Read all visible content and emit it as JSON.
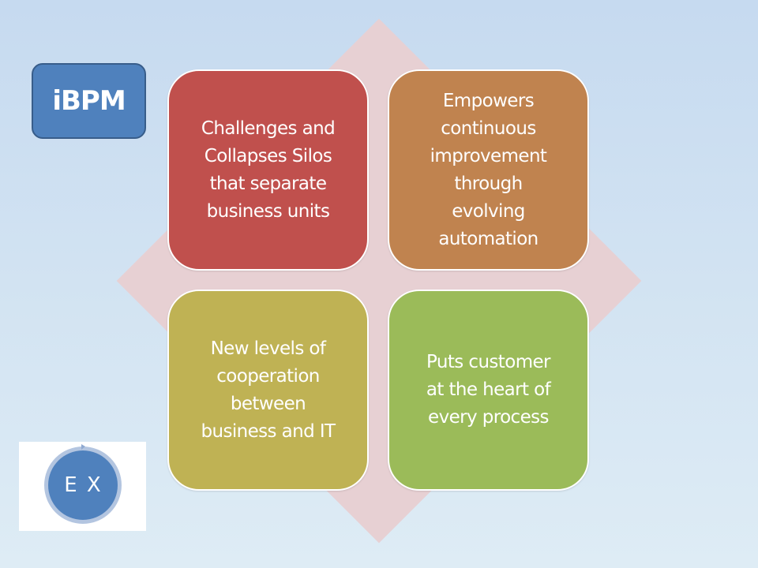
{
  "slide": {
    "badge": {
      "label": "iBPM",
      "color": "#4f81bd"
    },
    "logo": {
      "text": "E X",
      "icon": "circular-arrow-logo",
      "color": "#4f81bd"
    },
    "background_shape": {
      "type": "diamond",
      "color": "#e7d0d3"
    },
    "quadrants": [
      {
        "text": "Challenges and\nCollapses Silos\nthat separate\nbusiness units",
        "color": "#c0504d"
      },
      {
        "text": "Empowers\ncontinuous\nimprovement\nthrough\nevolving\nautomation",
        "color": "#c0834f"
      },
      {
        "text": "New levels of\ncooperation\nbetween\nbusiness and IT",
        "color": "#bfb254"
      },
      {
        "text": "Puts customer\nat the heart of\nevery process",
        "color": "#9bbb59"
      }
    ]
  }
}
